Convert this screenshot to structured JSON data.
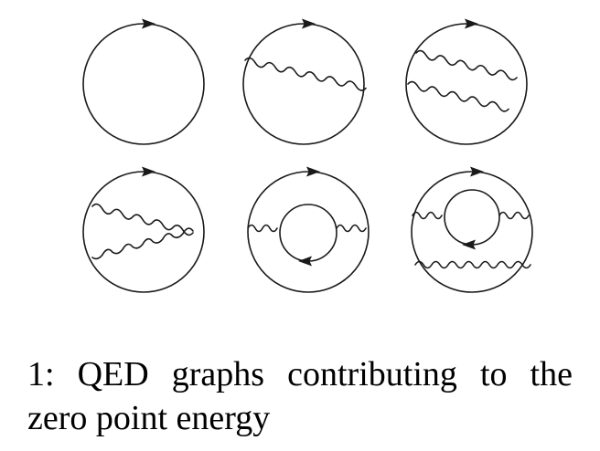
{
  "caption": {
    "line1_words": [
      "1:",
      "QED",
      "graphs",
      "contributing",
      "to",
      "the"
    ],
    "line2": "zero point energy"
  },
  "diagrams": [
    {
      "id": "free-loop",
      "photons": 0,
      "inner_loop": false
    },
    {
      "id": "one-photon-self-energy",
      "photons": 1,
      "inner_loop": false
    },
    {
      "id": "two-parallel-photons",
      "photons": 2,
      "inner_loop": false
    },
    {
      "id": "two-crossed-photons",
      "photons": 2,
      "inner_loop": false
    },
    {
      "id": "vacuum-polarization-insertion",
      "photons": 1,
      "inner_loop": true
    },
    {
      "id": "light-by-light-type",
      "photons": 2,
      "inner_loop": true
    }
  ],
  "colors": {
    "line": "#1a1a1a",
    "background": "#ffffff"
  }
}
